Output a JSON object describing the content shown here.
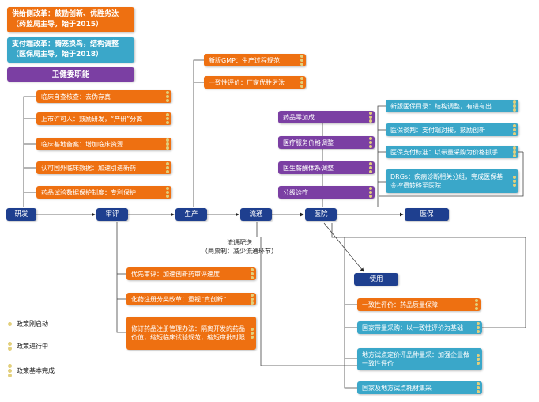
{
  "reforms": {
    "supply": {
      "line1": "供给侧改革：鼓励创新、优胜劣汰",
      "line2": "（药监局主导，始于2015）"
    },
    "payment": {
      "line1": "支付端改革：腾笼换鸟，结构调整",
      "line2": "（医保局主导，始于2018）"
    },
    "health_commission": "卫健委职能"
  },
  "review_items": [
    "临床自查核查：去伪存真",
    "上市许可人：鼓励研发，“产研”分离",
    "临床基地备案：增加临床资源",
    "认可国外临床数据：加速引进新药",
    "药品试验数据保护制度：专利保护"
  ],
  "production_items": [
    "新版GMP：生产过程规范",
    "一致性评价：厂家优胜劣汰"
  ],
  "hospital_items": [
    "药品零加成",
    "医疗服务价格调整",
    "医生薪酬体系调整",
    "分级诊疗"
  ],
  "insurance_items": [
    "新版医保目录：结构调整，有进有出",
    "医保谈判：支付端对接，鼓励创新",
    "医保支付标准：以带量采购为价格抓手",
    "DRGs：疾病诊断相关分组，完成医保基金控费转移至医院"
  ],
  "flow": {
    "rnd": "研发",
    "review": "审评",
    "production": "生产",
    "distribution": "流通",
    "hospital": "医院",
    "insurance": "医保",
    "usage": "使用"
  },
  "distribution_note": {
    "line1": "流通配送",
    "line2": "（两票制：减少流通环节）"
  },
  "approval_items": [
    "优先审评：加速创新药审评速度",
    "化药注册分类改革：重视“真创新”",
    "修订药品注册管理办法：隔离开发的药品价值，缩短临床试验规范，缩短审批时限"
  ],
  "usage_items": [
    "一致性评价：药品质量保障",
    "国家带量采购：以一致性评价为基础",
    "地方试点定价评品种量采：加强企业做一致性评价",
    "国家及地方试点耗材集采"
  ],
  "legend": [
    "政策刚启动",
    "政策进行中",
    "政策基本完成"
  ]
}
